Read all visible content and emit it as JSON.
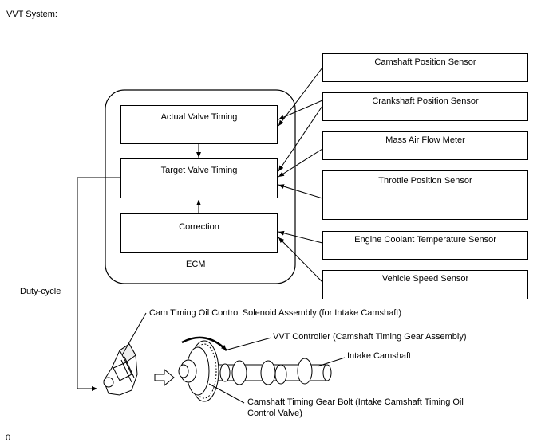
{
  "title": "VVT System:",
  "ecm": {
    "label": "ECM",
    "blocks": {
      "actual": "Actual Valve Timing",
      "target": "Target Valve Timing",
      "correction": "Correction"
    }
  },
  "sensors": [
    "Camshaft Position Sensor",
    "Crankshaft Position Sensor",
    "Mass Air Flow Meter",
    "Throttle Position Sensor",
    "Engine Coolant Temperature Sensor",
    "Vehicle Speed Sensor"
  ],
  "duty_cycle": "Duty-cycle",
  "callouts": {
    "solenoid": "Cam Timing Oil Control Solenoid Assembly (for Intake Camshaft)",
    "controller": "VVT Controller (Camshaft Timing Gear Assembly)",
    "intake_camshaft": "Intake Camshaft",
    "gear_bolt_line1": "Camshaft Timing Gear Bolt (Intake Camshaft Timing Oil",
    "gear_bolt_line2": "Control Valve)"
  },
  "corner_mark": "0"
}
